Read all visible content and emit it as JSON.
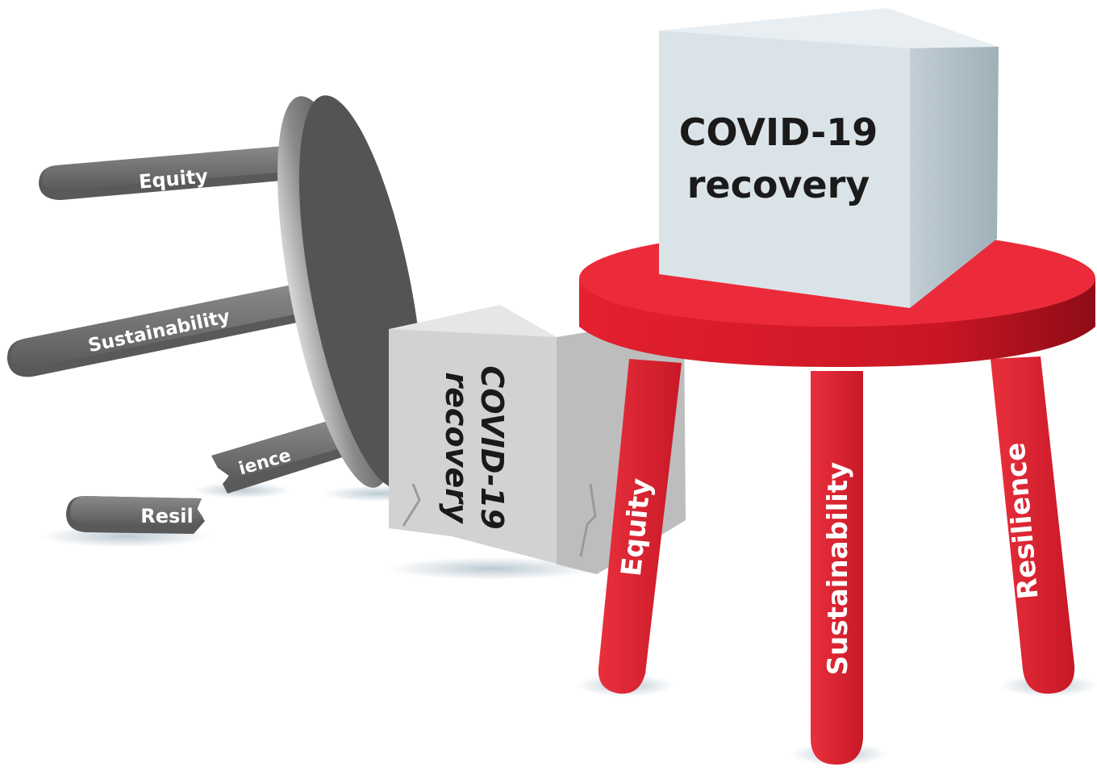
{
  "fallen_stool": {
    "legs": [
      {
        "label": "Equity"
      },
      {
        "label": "Sustainability"
      },
      {
        "label": "ience"
      },
      {
        "label": "Resil"
      }
    ]
  },
  "fallen_box": {
    "line1": "COVID-19",
    "line2": "recovery"
  },
  "upright_box": {
    "line1": "COVID-19",
    "line2": "recovery"
  },
  "upright_stool": {
    "legs": [
      {
        "label": "Equity"
      },
      {
        "label": "Sustainability"
      },
      {
        "label": "Resilience"
      }
    ]
  },
  "colors": {
    "stool_red": "#e4202f",
    "stool_red_dark": "#9e0f1a",
    "fallen_gray": "#6e6e6e",
    "box_light": "#dbe3e8",
    "box_side": "#b3c2c9"
  }
}
